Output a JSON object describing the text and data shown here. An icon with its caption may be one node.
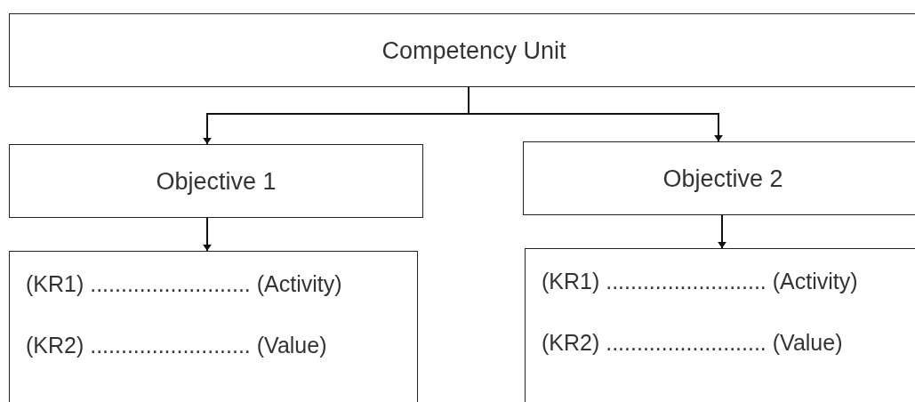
{
  "diagram": {
    "nodes": [
      {
        "text": [
          "Competency Unit"
        ]
      },
      {
        "text": [
          "Objective 1"
        ]
      },
      {
        "text": [
          "Objective 2"
        ]
      },
      {
        "text": [
          "(KR1) .......................... (Activity)",
          "(KR2) .......................... (Value)"
        ]
      },
      {
        "text": [
          "(KR1) .......................... (Activity)",
          "(KR2) .......................... (Value)"
        ]
      }
    ],
    "edges": [
      {
        "from": 0,
        "to": 1,
        "arrow": "to"
      },
      {
        "from": 0,
        "to": 2,
        "arrow": "to"
      },
      {
        "from": 1,
        "to": 3,
        "arrow": "to"
      },
      {
        "from": 2,
        "to": 4,
        "arrow": "to"
      }
    ]
  }
}
